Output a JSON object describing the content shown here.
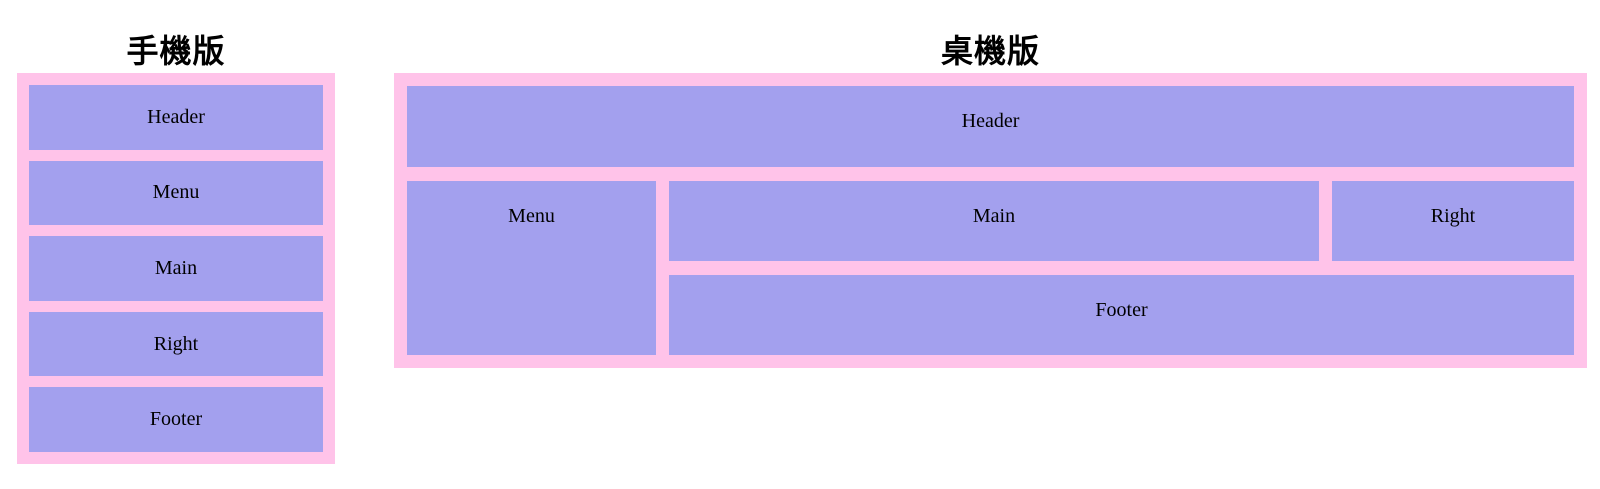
{
  "colors": {
    "panel_pink": "#ffc3e9",
    "box_purple": "#a3a0ee",
    "title_text": "#000000",
    "label_text": "#000000"
  },
  "mobile": {
    "title": "手機版",
    "boxes": [
      {
        "label": "Header"
      },
      {
        "label": "Menu"
      },
      {
        "label": "Main"
      },
      {
        "label": "Right"
      },
      {
        "label": "Footer"
      }
    ]
  },
  "desktop": {
    "title": "桌機版",
    "header_label": "Header",
    "menu_label": "Menu",
    "main_label": "Main",
    "right_label": "Right",
    "footer_label": "Footer"
  }
}
